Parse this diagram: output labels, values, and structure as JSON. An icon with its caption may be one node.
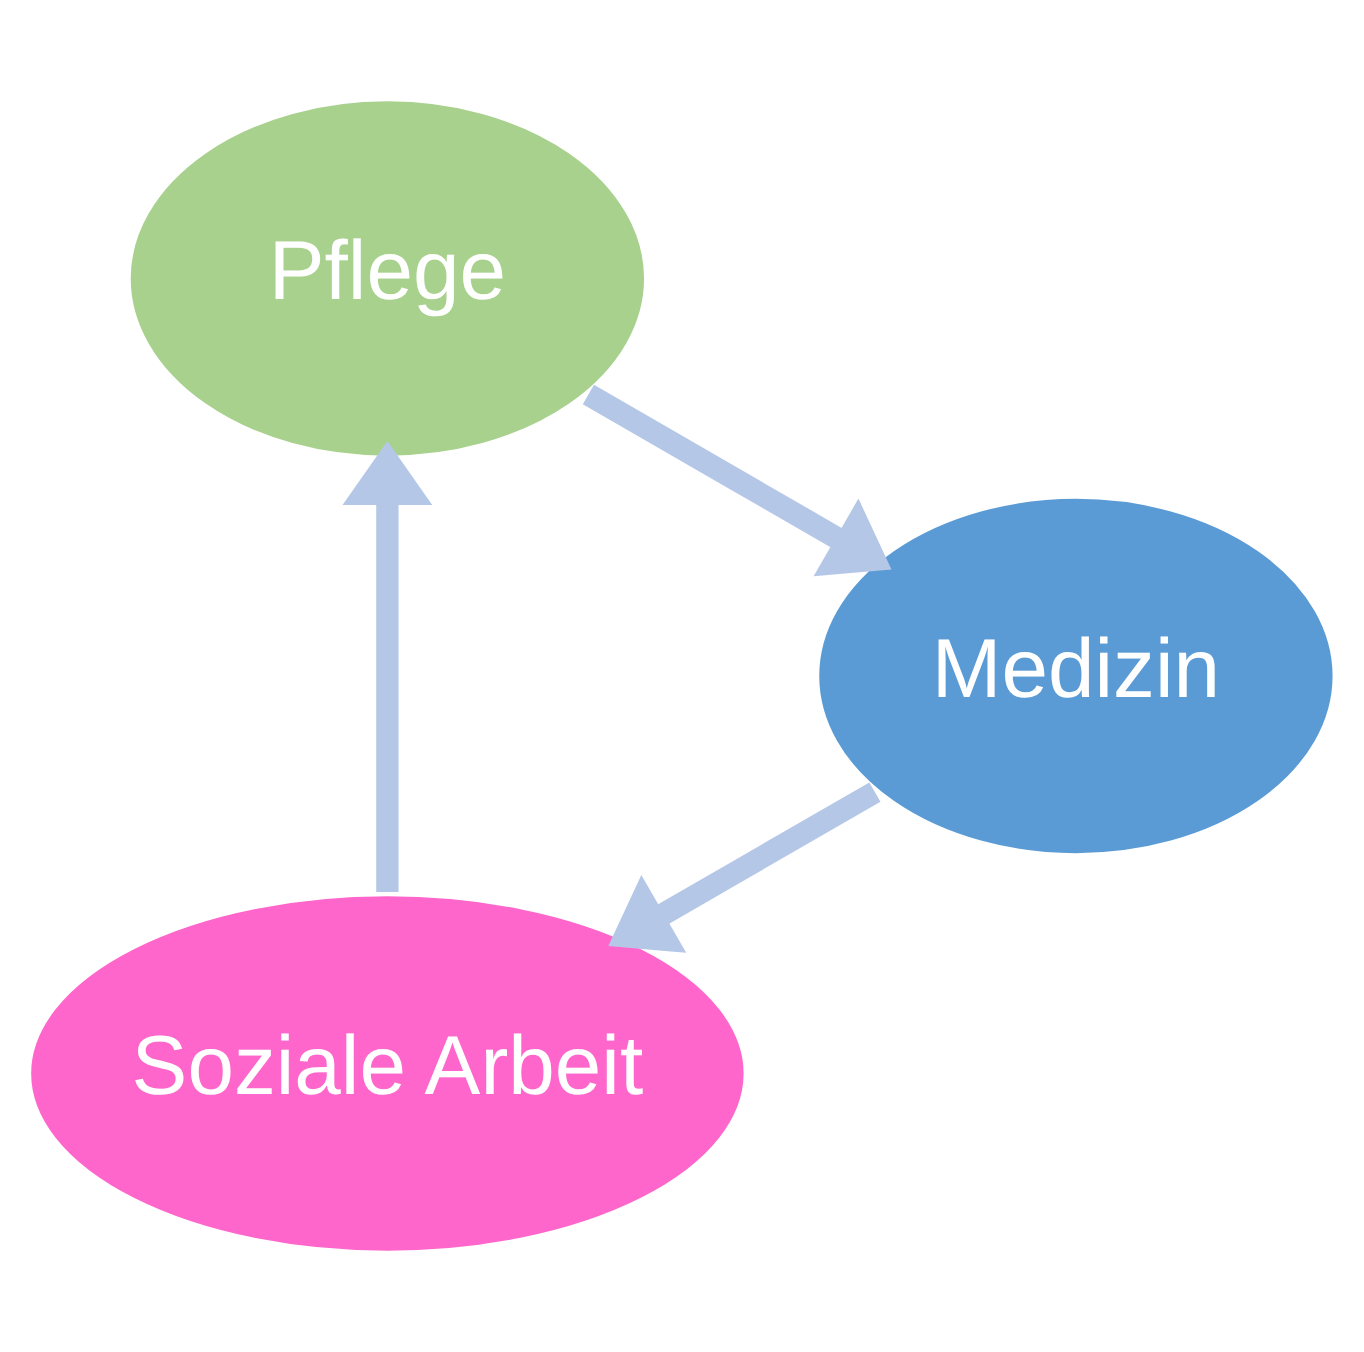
{
  "diagram": {
    "nodes": [
      {
        "text": [
          "Soziale Arbeit"
        ]
      },
      {
        "text": [
          "Pflege"
        ]
      },
      {
        "text": [
          "Medizin"
        ]
      }
    ],
    "edges": [
      {
        "from": 0,
        "to": 1,
        "arrow": "to"
      },
      {
        "from": 1,
        "to": 2,
        "arrow": "to"
      },
      {
        "from": 2,
        "to": 0,
        "arrow": "to"
      }
    ]
  }
}
